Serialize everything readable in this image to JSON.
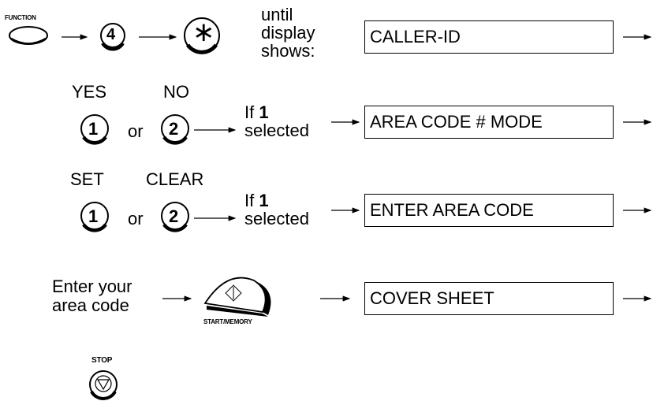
{
  "function_label": "FUNCTION",
  "key4": "4",
  "star_symbol": "∗",
  "until_text": [
    "until",
    "display",
    "shows:"
  ],
  "displays": [
    "CALLER-ID",
    "AREA CODE # MODE",
    "ENTER AREA CODE",
    "COVER SHEET"
  ],
  "row2": {
    "yes": "YES",
    "no": "NO",
    "key1": "1",
    "key2": "2",
    "or": "or",
    "if": "If",
    "if_num": "1",
    "selected": "selected"
  },
  "row3": {
    "set": "SET",
    "clear": "CLEAR",
    "key1": "1",
    "key2": "2",
    "or": "or",
    "if": "If",
    "if_num": "1",
    "selected": "selected"
  },
  "row4": {
    "enter1": "Enter your",
    "enter2": "area code",
    "start_label": "START/MEMORY"
  },
  "stop_label": "STOP"
}
